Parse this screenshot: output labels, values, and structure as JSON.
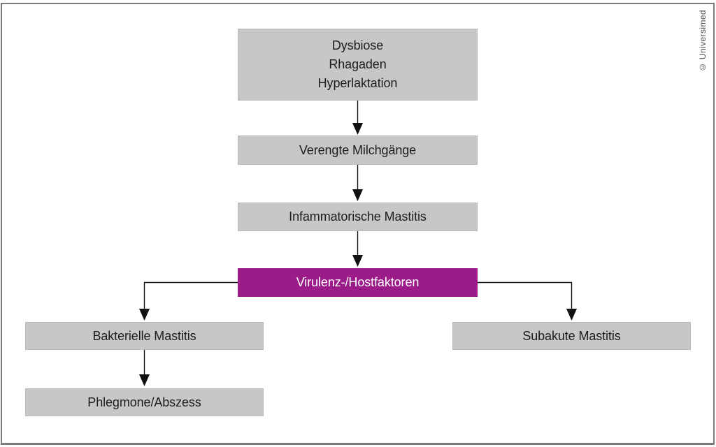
{
  "figure": {
    "copyright": "© Universimed",
    "colors": {
      "box_gray": "#c7c7c7",
      "box_purple": "#9b1b88",
      "text_dark": "#1d1d1d",
      "text_light": "#ffffff",
      "frame_gray": "#7b7b7b",
      "arrow_black": "#111111",
      "copyright_gray": "#4a4a4a"
    }
  },
  "flowchart": {
    "nodes": {
      "causes": {
        "lines": [
          "Dysbiose",
          "Rhagaden",
          "Hyperlaktation"
        ]
      },
      "verengte_milchgaenge": {
        "label": "Verengte Milchgänge"
      },
      "infammatorische_mastitis": {
        "label": "Infammatorische Mastitis"
      },
      "virulenz_hostfaktoren": {
        "label": "Virulenz-/Hostfaktoren"
      },
      "bakterielle_mastitis": {
        "label": "Bakterielle Mastitis"
      },
      "phlegmone_abszess": {
        "label": "Phlegmone/Abszess"
      },
      "subakute_mastitis": {
        "label": "Subakute Mastitis"
      }
    }
  }
}
